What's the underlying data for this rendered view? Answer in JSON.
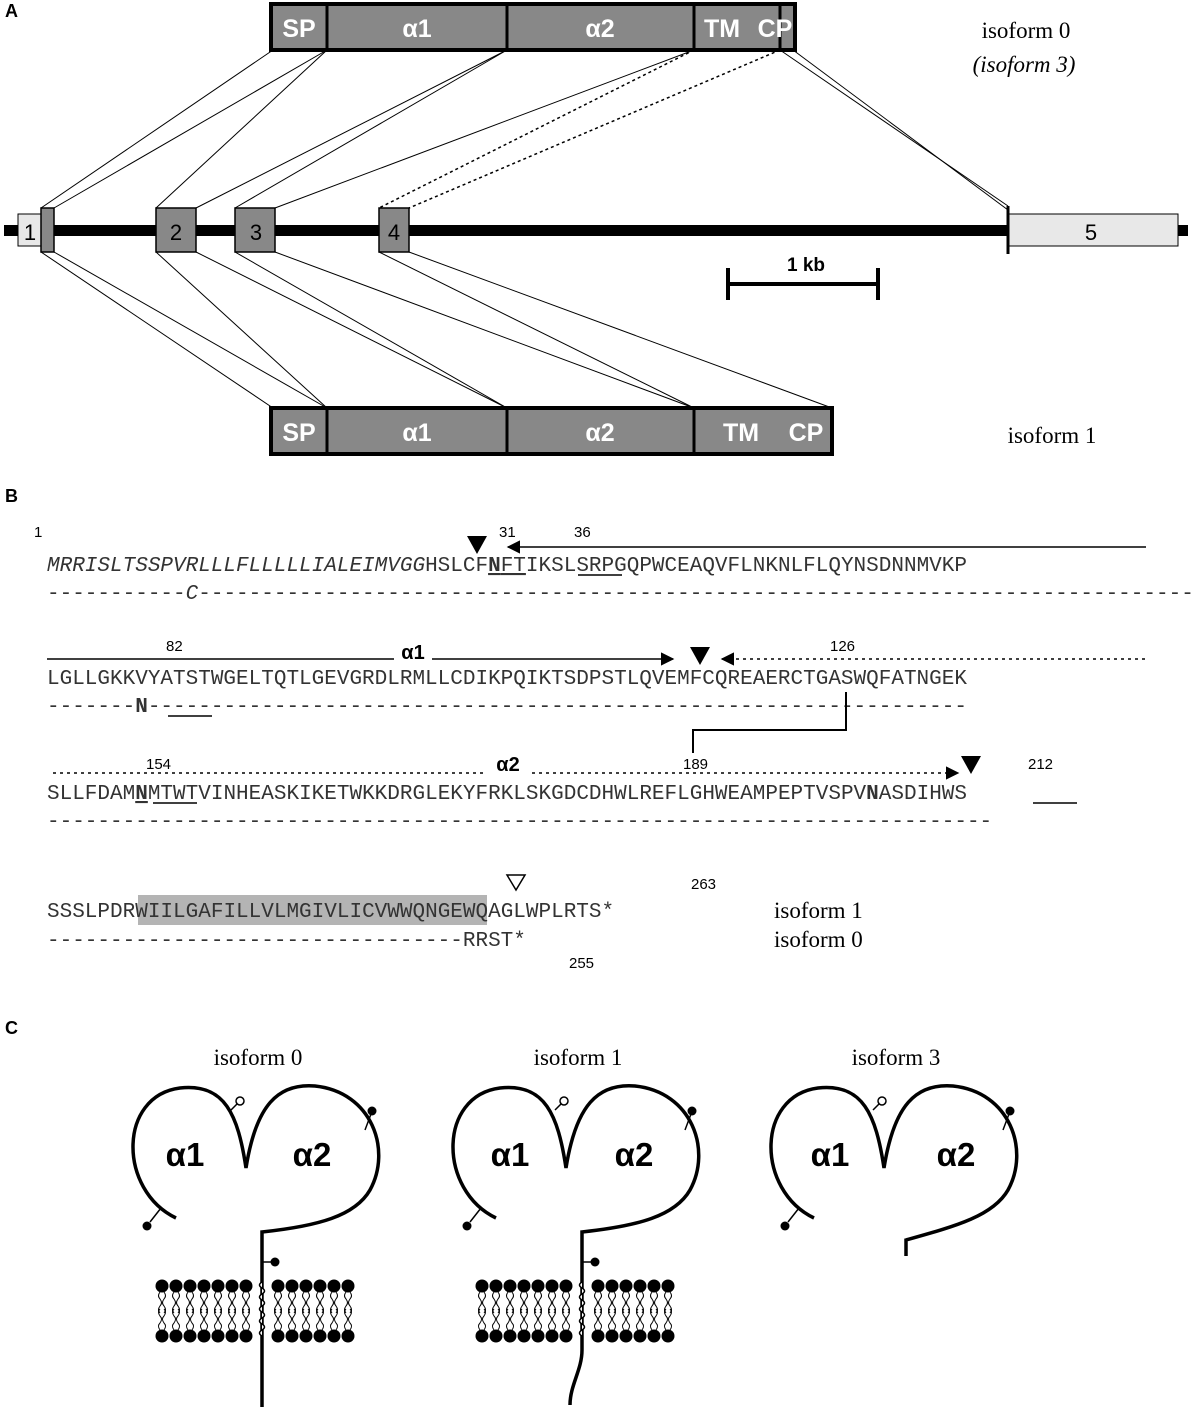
{
  "panels": {
    "a": "A",
    "b": "B",
    "c": "C"
  },
  "panel_a": {
    "isoform0_label": "isoform 0",
    "isoform3_label": "(isoform 3)",
    "isoform1_label": "isoform 1",
    "domains": {
      "sp": "SP",
      "a1": "α1",
      "a2": "α2",
      "tm": "TM",
      "cp": "CP"
    },
    "exons": [
      "1",
      "2",
      "3",
      "4",
      "5"
    ],
    "scale_label": "1 kb"
  },
  "panel_b": {
    "line1": {
      "nums": [
        "1",
        "31",
        "36"
      ],
      "seq_signal": "MRRISLTSSPVRLLLFLLLLLIALEIMVGG",
      "seq_a": "HSLCF",
      "seq_n": "N",
      "seq_ft": "FT",
      "seq_b": "IKSLSRPGQPWCEAQVFLNKNLFLQYNSDNNMVKP",
      "variant_a": "-----------",
      "variant_c": "C",
      "variant_b": "-----------------------------------------------------------------------------------"
    },
    "line2": {
      "nums": [
        "82",
        "126"
      ],
      "alpha": "α1",
      "seq": "LGLLGKKVYATSTWGELTQTLGEVGRDLRMLLCDIKPQIKTSDPSTLQVEMFCQREAERCTGASWQFATNGEK",
      "variant_a": "-------",
      "variant_n": "N",
      "variant_b": "----------------------------------------------------------"
    },
    "line3": {
      "nums": [
        "154",
        "189",
        "212"
      ],
      "alpha": "α2",
      "seq_a": "SLLFDAM",
      "seq_n": "N",
      "seq_mt": "MT",
      "seq_b": "WTVINHEASKIKETWKKDRGLEKYFRKLSKGDCDHWLREFLGHWEAMPEPTVSPV",
      "seq_n2": "N",
      "seq_as": "AS",
      "seq_c": "DIHWS",
      "variant": "---------------------------------------------------------------------------"
    },
    "line4": {
      "nums": [
        "263",
        "255"
      ],
      "seq_a": "SSSLPD",
      "seq_tm": "RWIILGAFILLVLMGIVLICVWW",
      "seq_b": "QNGEWQAGLWPLRTS*",
      "variant_a": "---------------------------------",
      "variant_b": "RRST*",
      "label_iso1": "isoform 1",
      "label_iso0": "isoform 0"
    }
  },
  "panel_c": {
    "titles": [
      "isoform 0",
      "isoform 1",
      "isoform 3"
    ],
    "a1": "α1",
    "a2": "α2"
  }
}
